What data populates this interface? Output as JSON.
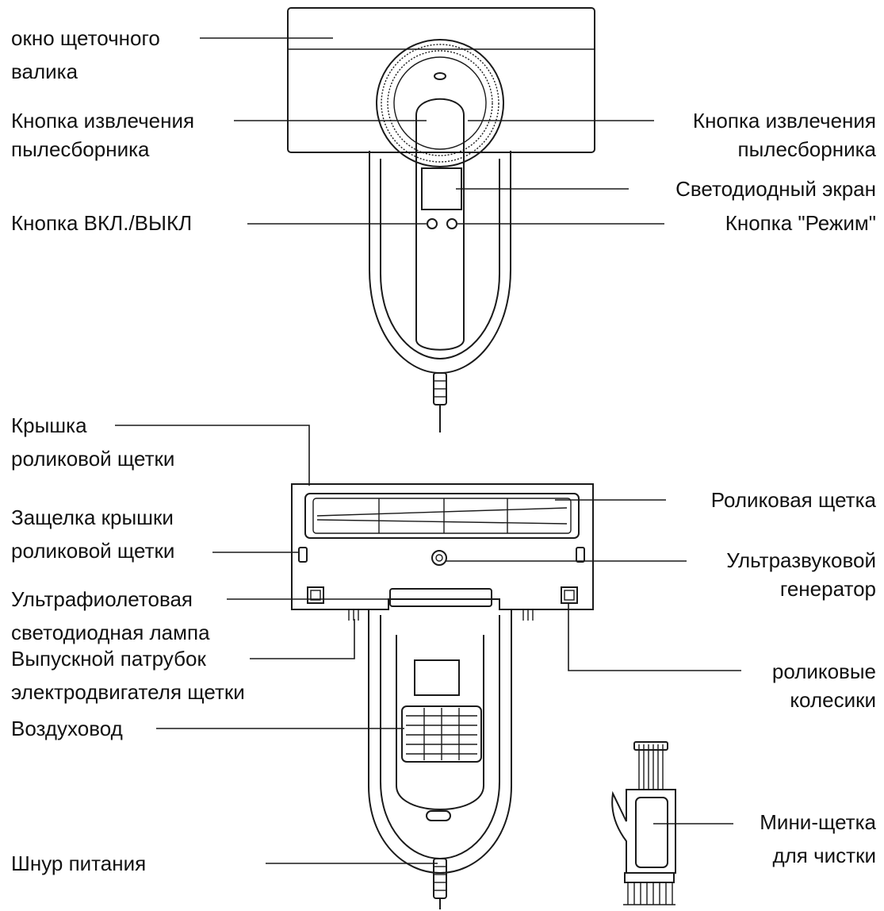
{
  "top_view": {
    "brush_window": {
      "line1": "окно щеточного",
      "line2": "валика"
    },
    "dust_release_left": {
      "line1": "Кнопка извлечения",
      "line2": "пылесборника"
    },
    "dust_release_right": {
      "line1": "Кнопка извлечения",
      "line2": "пылесборника"
    },
    "led_screen": "Светодиодный экран",
    "power_button": "Кнопка ВКЛ./ВЫКЛ",
    "mode_button": "Кнопка \"Режим\""
  },
  "bottom_view": {
    "roller_cover": {
      "line1": "Крышка",
      "line2": "роликовой щетки"
    },
    "cover_latch": {
      "line1": "Защелка крышки",
      "line2": "роликовой щетки"
    },
    "uv_lamp": {
      "line1": "Ультрафиолетовая",
      "line2": "светодиодная лампа"
    },
    "motor_exhaust": {
      "line1": "Выпускной патрубок",
      "line2": "электродвигателя щетки"
    },
    "air_duct": "Воздуховод",
    "power_cord": "Шнур питания",
    "roller_brush": "Роликовая щетка",
    "ultrasonic": {
      "line1": "Ультразвуковой",
      "line2": "генератор"
    },
    "wheels": {
      "line1": "роликовые",
      "line2": "колесики"
    }
  },
  "accessory": {
    "mini_brush": {
      "line1": "Мини-щетка",
      "line2": "для чистки"
    }
  }
}
